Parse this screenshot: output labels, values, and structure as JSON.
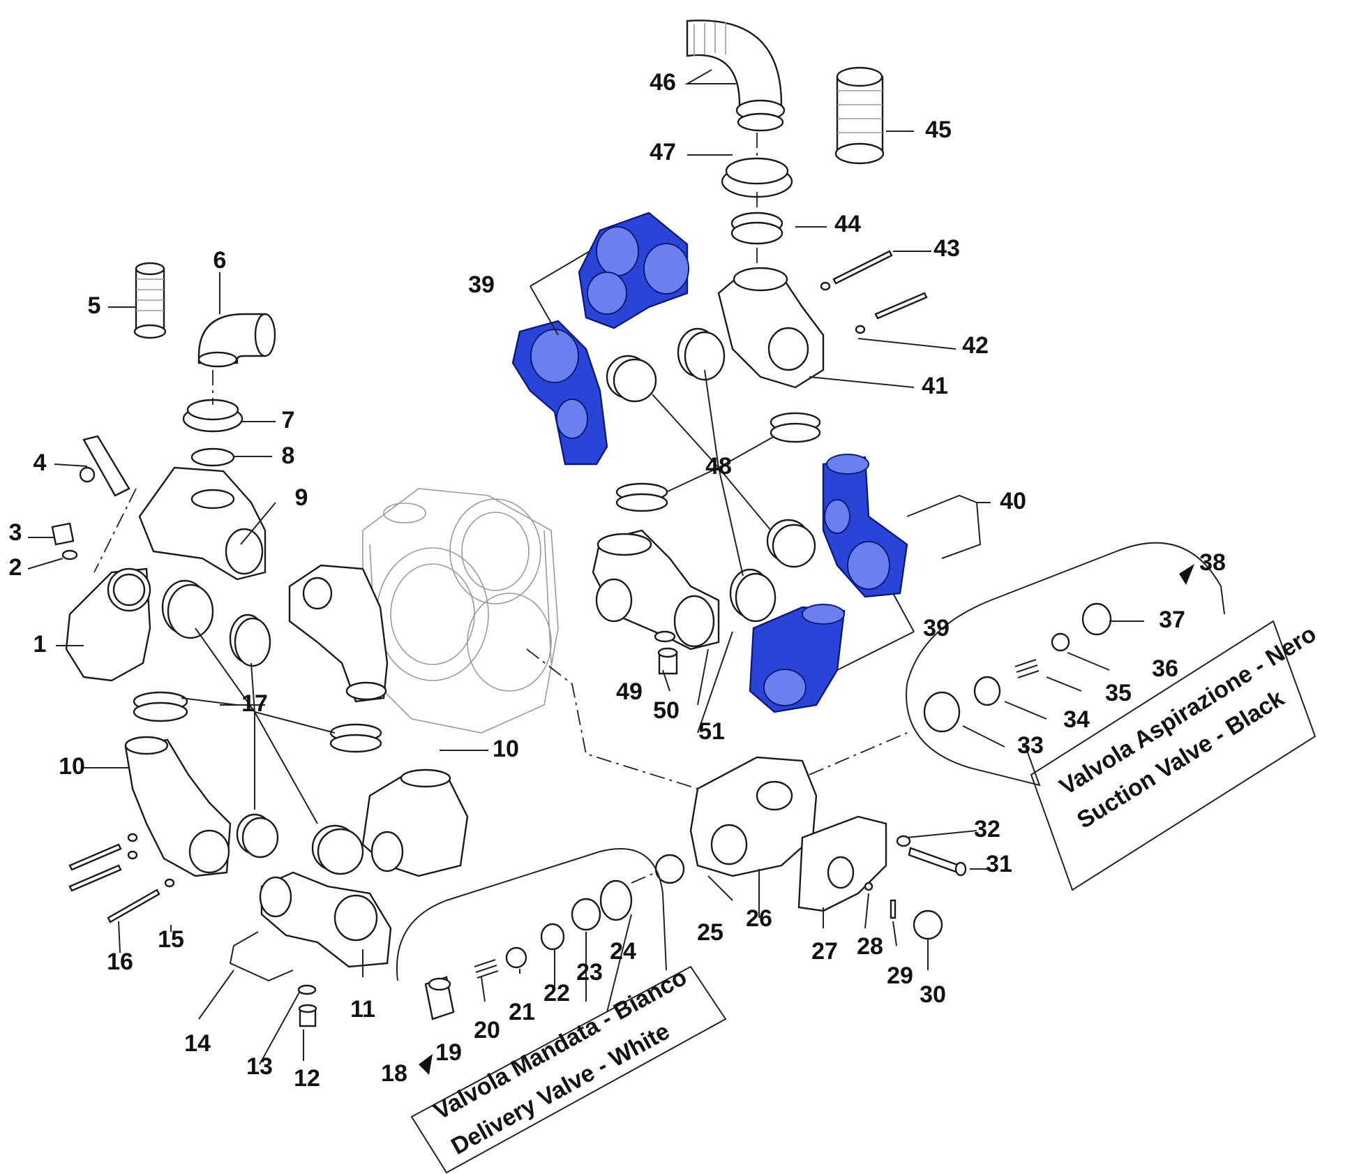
{
  "callouts": [
    "1",
    "2",
    "3",
    "4",
    "5",
    "6",
    "7",
    "8",
    "9",
    "10",
    "10",
    "11",
    "12",
    "13",
    "14",
    "15",
    "16",
    "17",
    "18",
    "19",
    "20",
    "21",
    "22",
    "23",
    "24",
    "25",
    "26",
    "27",
    "28",
    "29",
    "30",
    "31",
    "32",
    "33",
    "34",
    "35",
    "36",
    "37",
    "38",
    "39",
    "39",
    "40",
    "41",
    "42",
    "43",
    "44",
    "45",
    "46",
    "47",
    "48",
    "49",
    "50",
    "51"
  ],
  "boxes": {
    "suction": {
      "line1": "Valvola Aspirazione - Nero",
      "line2": "Suction Valve - Black"
    },
    "delivery": {
      "line1": "Valvola Mandata - Bianco",
      "line2": "Delivery Valve - White"
    }
  },
  "colors": {
    "highlight": "#2a44d8",
    "ink": "#1a1a1a"
  }
}
